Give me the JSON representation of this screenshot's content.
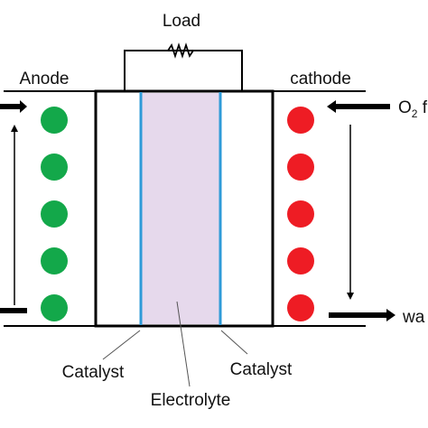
{
  "labels": {
    "load": "Load",
    "anode": "Anode",
    "cathode": "cathode",
    "catalyst_left": "Catalyst",
    "catalyst_right": "Catalyst",
    "electrolyte": "Electrolyte",
    "oxygen_in": "O",
    "oxygen_sub": "2",
    "oxygen_tail": " f",
    "water_out": "wa"
  },
  "colors": {
    "anode_particles": "#13a84a",
    "cathode_particles": "#ee1c24",
    "electrolyte_fill": "#e6d9ec",
    "catalyst_line": "#2f9bd8",
    "outline": "#000000"
  },
  "particles": {
    "anode_count": 5,
    "cathode_count": 5
  }
}
